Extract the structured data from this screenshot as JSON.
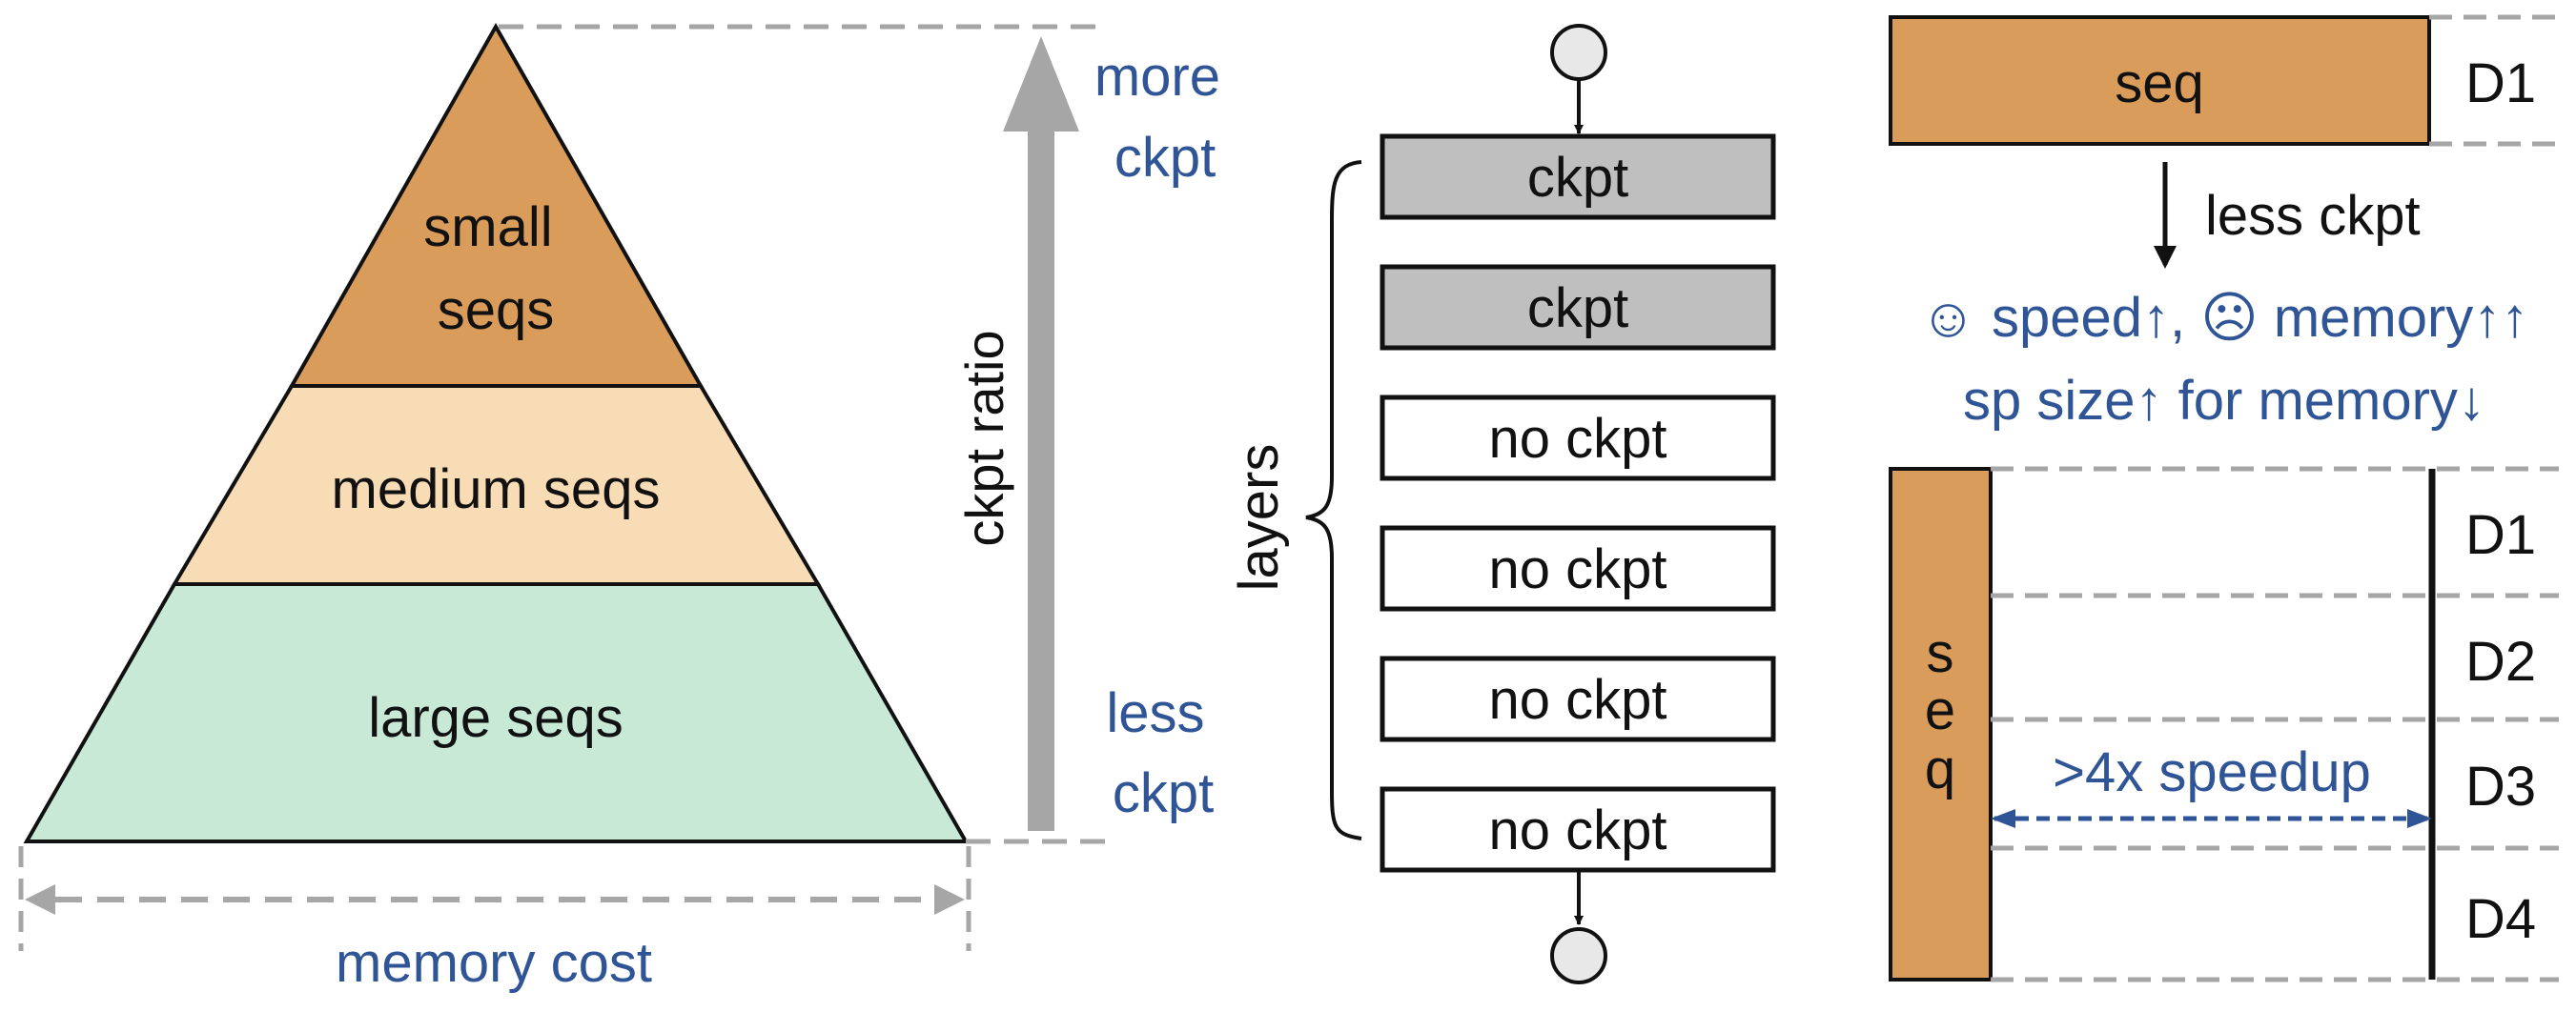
{
  "pyramid": {
    "tiers": [
      {
        "lines": [
          "small",
          "seqs"
        ],
        "color": "#d99c5a"
      },
      {
        "lines": [
          "medium seqs"
        ],
        "color": "#f8dcb6"
      },
      {
        "lines": [
          "large seqs"
        ],
        "color": "#c7e9d6"
      }
    ],
    "axis_label": "memory cost"
  },
  "ratio": {
    "label": "ckpt ratio",
    "top_lines": [
      "more",
      "ckpt"
    ],
    "bottom_lines": [
      "less",
      "ckpt"
    ]
  },
  "layers": {
    "brace_label": "layers",
    "items": [
      {
        "label": "ckpt",
        "checkpointed": true
      },
      {
        "label": "ckpt",
        "checkpointed": true
      },
      {
        "label": "no ckpt",
        "checkpointed": false
      },
      {
        "label": "no ckpt",
        "checkpointed": false
      },
      {
        "label": "no ckpt",
        "checkpointed": false
      },
      {
        "label": "no ckpt",
        "checkpointed": false
      }
    ]
  },
  "sequence_parallel": {
    "top_seq_label": "seq",
    "top_device": "D1",
    "transition_label": "less ckpt",
    "note_line1": "☺ speed↑, ☹ memory↑↑",
    "note_line2": "sp size↑ for memory↓",
    "vertical_seq_letters": [
      "s",
      "e",
      "q"
    ],
    "devices": [
      "D1",
      "D2",
      "D3",
      "D4"
    ],
    "speedup_label": ">4x speedup"
  },
  "colors": {
    "seq_fill": "#d99c5a",
    "ckpt_fill": "#bfbfbf",
    "accent_blue": "#2f5597",
    "dashed_gray": "#a6a6a6",
    "arrow_gray": "#a6a6a6"
  }
}
